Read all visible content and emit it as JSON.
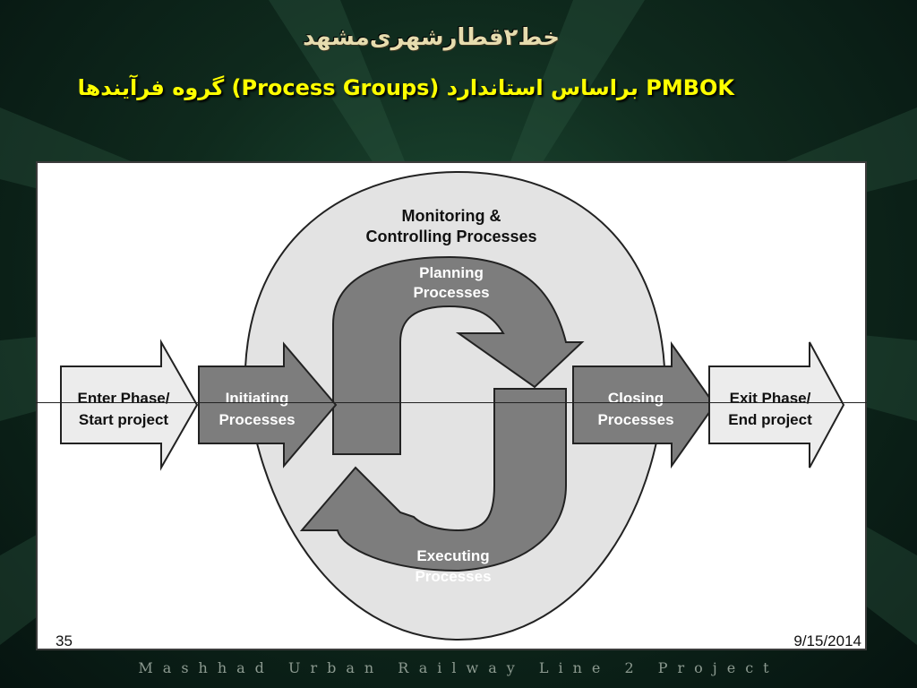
{
  "slide": {
    "banner": "خط۲قطارشهری‌مشهد",
    "title": "PMBOK براساس استاندارد (Process Groups) گروه فرآیندها",
    "slide_number": "35",
    "date": "9/15/2014",
    "footer": "Mashhad Urban Railway Line 2 Project"
  },
  "diagram": {
    "monitoring": [
      "Monitoring &",
      "Controlling Processes"
    ],
    "planning": [
      "Planning",
      "Processes"
    ],
    "initiating": [
      "Initiating",
      "Processes"
    ],
    "closing": [
      "Closing",
      "Processes"
    ],
    "executing": [
      "Executing",
      "Processes"
    ],
    "enter": [
      "Enter Phase/",
      "Start project"
    ],
    "exit": [
      "Exit Phase/",
      "End project"
    ]
  },
  "colors": {
    "title": "#ffff00",
    "background": "#0f2a1d",
    "process_gray": "#7d7d7d",
    "oval_fill": "#e3e3e3",
    "phase_fill": "#ececec"
  }
}
